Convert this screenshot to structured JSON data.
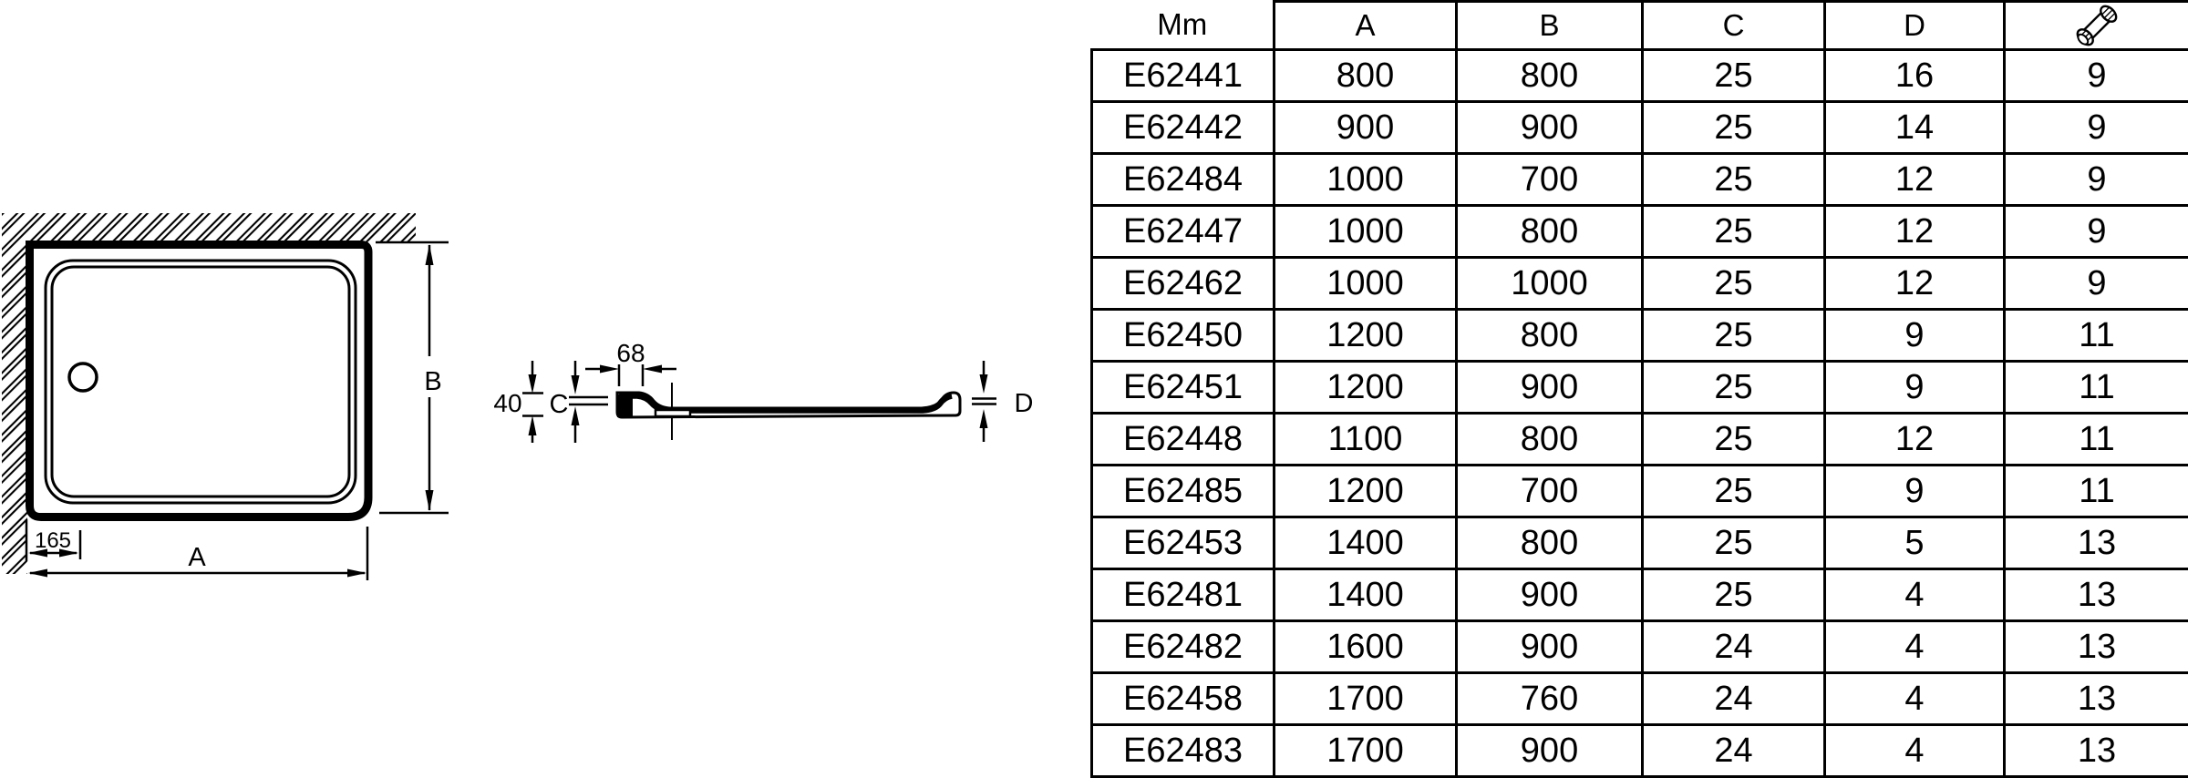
{
  "colors": {
    "line": "#000000",
    "background": "#ffffff"
  },
  "drawing": {
    "plan": {
      "labels": {
        "a": "A",
        "b": "B",
        "drain_offset": "165"
      }
    },
    "section": {
      "labels": {
        "rim_width": "68",
        "height": "40",
        "c": "C",
        "d": "D"
      }
    }
  },
  "table": {
    "headers": [
      "Mm",
      "A",
      "B",
      "C",
      "D"
    ],
    "rows": [
      [
        "E62441",
        "800",
        "800",
        "25",
        "16",
        "9"
      ],
      [
        "E62442",
        "900",
        "900",
        "25",
        "14",
        "9"
      ],
      [
        "E62484",
        "1000",
        "700",
        "25",
        "12",
        "9"
      ],
      [
        "E62447",
        "1000",
        "800",
        "25",
        "12",
        "9"
      ],
      [
        "E62462",
        "1000",
        "1000",
        "25",
        "12",
        "9"
      ],
      [
        "E62450",
        "1200",
        "800",
        "25",
        "9",
        "11"
      ],
      [
        "E62451",
        "1200",
        "900",
        "25",
        "9",
        "11"
      ],
      [
        "E62448",
        "1100",
        "800",
        "25",
        "12",
        "11"
      ],
      [
        "E62485",
        "1200",
        "700",
        "25",
        "9",
        "11"
      ],
      [
        "E62453",
        "1400",
        "800",
        "25",
        "5",
        "13"
      ],
      [
        "E62481",
        "1400",
        "900",
        "25",
        "4",
        "13"
      ],
      [
        "E62482",
        "1600",
        "900",
        "24",
        "4",
        "13"
      ],
      [
        "E62458",
        "1700",
        "760",
        "24",
        "4",
        "13"
      ],
      [
        "E62483",
        "1700",
        "900",
        "24",
        "4",
        "13"
      ]
    ]
  }
}
